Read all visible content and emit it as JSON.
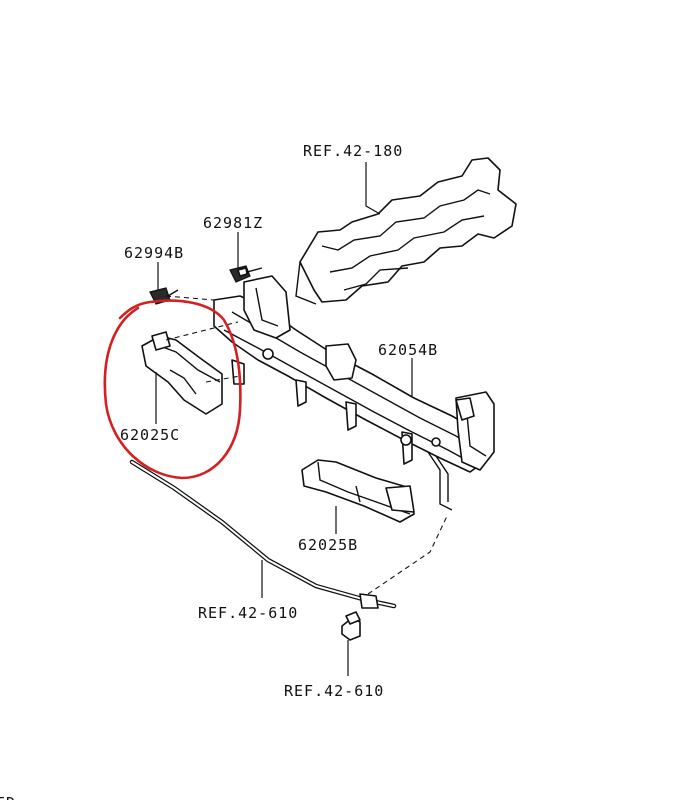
{
  "labels": {
    "ref_top": "REF.42-180",
    "part_62981z": "62981Z",
    "part_62994b": "62994B",
    "part_62054b": "62054B",
    "part_62025c": "62025C",
    "part_62025b": "62025B",
    "ref_wire": "REF.42-610",
    "ref_bottom": "REF.42-610",
    "edge_fragment": "ED"
  },
  "colors": {
    "highlight": "#d42020",
    "ink": "#111111"
  }
}
